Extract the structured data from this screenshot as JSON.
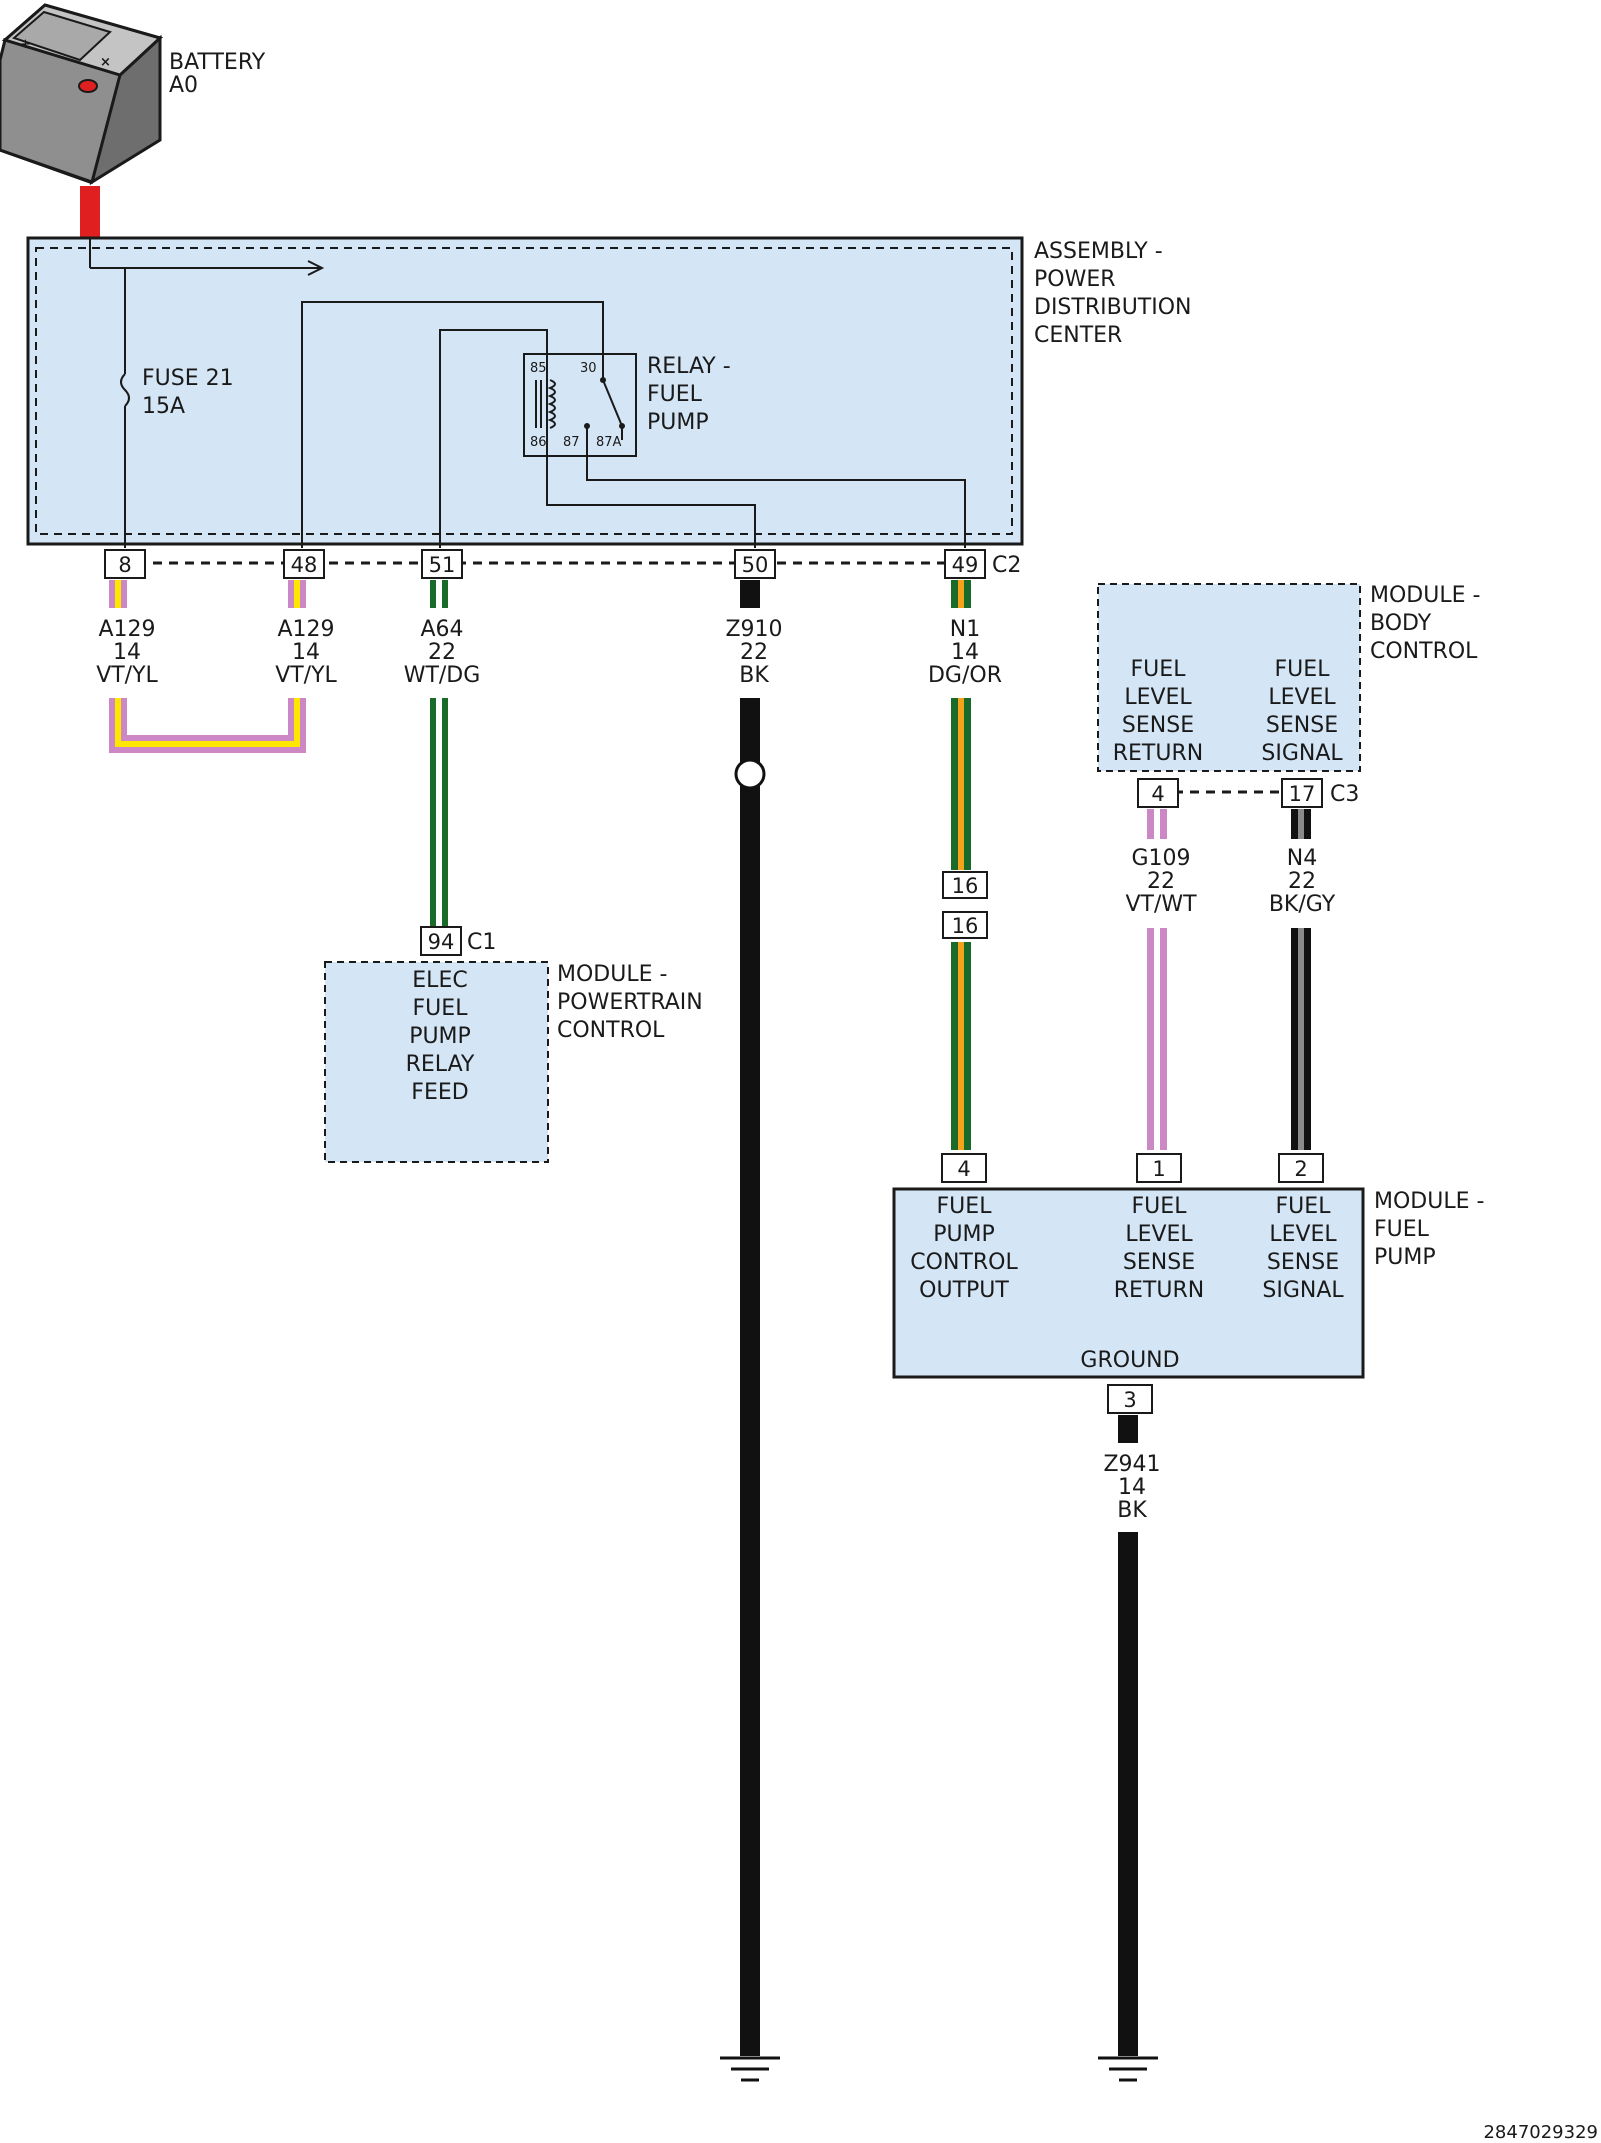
{
  "battery": {
    "name": "BATTERY",
    "code": "A0"
  },
  "pdc": {
    "title": [
      "ASSEMBLY -",
      "POWER",
      "DISTRIBUTION",
      "CENTER"
    ],
    "fuse": [
      "FUSE 21",
      "15A"
    ],
    "relay": {
      "title": [
        "RELAY -",
        "FUEL",
        "PUMP"
      ],
      "pins": [
        "85",
        "30",
        "86",
        "87",
        "87A"
      ]
    },
    "pins": [
      "8",
      "48",
      "51",
      "50",
      "49"
    ],
    "connector": "C2"
  },
  "wires": {
    "a129_left": [
      "A129",
      "14",
      "VT/YL"
    ],
    "a129_right": [
      "A129",
      "14",
      "VT/YL"
    ],
    "a64": [
      "A64",
      "22",
      "WT/DG"
    ],
    "z910": [
      "Z910",
      "22",
      "BK"
    ],
    "n1": [
      "N1",
      "14",
      "DG/OR"
    ],
    "g109": [
      "G109",
      "22",
      "VT/WT"
    ],
    "n4": [
      "N4",
      "22",
      "BK/GY"
    ],
    "z941": [
      "Z941",
      "14",
      "BK"
    ]
  },
  "inline_connector": [
    "16",
    "16"
  ],
  "pcm": {
    "title": [
      "MODULE -",
      "POWERTRAIN",
      "CONTROL"
    ],
    "pin": "94",
    "connector": "C1",
    "function": [
      "ELEC",
      "FUEL",
      "PUMP",
      "RELAY",
      "FEED"
    ]
  },
  "bcm": {
    "title": [
      "MODULE -",
      "BODY",
      "CONTROL"
    ],
    "left_function": [
      "FUEL",
      "LEVEL",
      "SENSE",
      "RETURN"
    ],
    "right_function": [
      "FUEL",
      "LEVEL",
      "SENSE",
      "SIGNAL"
    ],
    "pins": [
      "4",
      "17"
    ],
    "connector": "C3"
  },
  "fuel_pump_module": {
    "title": [
      "MODULE -",
      "FUEL",
      "PUMP"
    ],
    "pins": [
      "4",
      "1",
      "2"
    ],
    "functions": [
      [
        "FUEL",
        "PUMP",
        "CONTROL",
        "OUTPUT"
      ],
      [
        "FUEL",
        "LEVEL",
        "SENSE",
        "RETURN"
      ],
      [
        "FUEL",
        "LEVEL",
        "SENSE",
        "SIGNAL"
      ]
    ],
    "ground_label": "GROUND",
    "ground_pin": "3"
  },
  "footer_id": "2847029329",
  "colors": {
    "box_fill": "#d4e5f5",
    "violet": "#cc88c4",
    "yellow": "#ffe600",
    "green": "#1a6b2a",
    "orange": "#f4a31b",
    "black": "#111111",
    "gray": "#8a8a8a",
    "battery_red": "#e02020"
  }
}
